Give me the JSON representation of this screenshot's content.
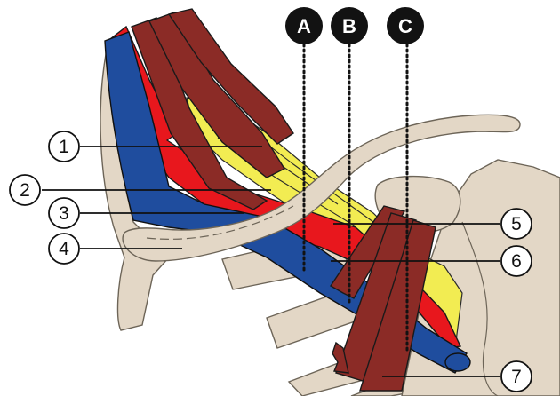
{
  "colors": {
    "bone": "#e3d7c6",
    "bone_stroke": "#6d6558",
    "muscle": "#8b2b26",
    "artery": "#e8171d",
    "vein": "#1f4d9e",
    "nerve": "#f2ec52",
    "badge": "#121212"
  },
  "markers": [
    {
      "label": "A"
    },
    {
      "label": "B"
    },
    {
      "label": "C"
    }
  ],
  "callouts": [
    {
      "label": "1"
    },
    {
      "label": "2"
    },
    {
      "label": "3"
    },
    {
      "label": "4"
    },
    {
      "label": "5"
    },
    {
      "label": "6"
    },
    {
      "label": "7"
    }
  ]
}
